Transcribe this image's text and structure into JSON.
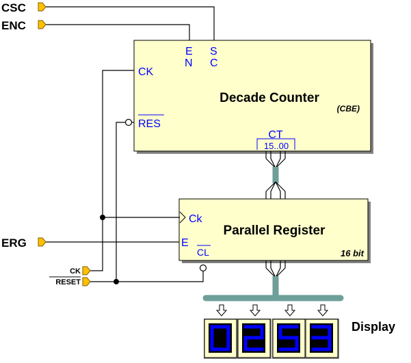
{
  "inputs": {
    "csc": "CSC",
    "enc": "ENC",
    "erg": "ERG",
    "ck": "CK",
    "reset": "RESET"
  },
  "counter": {
    "title": "Decade Counter",
    "subtitle": "(CBE)",
    "pin_e": "E",
    "pin_n": "N",
    "pin_s": "S",
    "pin_c": "C",
    "pin_ck": "CK",
    "pin_res": "RES",
    "pin_ct": "CT",
    "ct_range": "15..00"
  },
  "register": {
    "title": "Parallel Register",
    "bits": "16 bit",
    "pin_ck": "Ck",
    "pin_e": "E",
    "pin_cl": "CL"
  },
  "display": {
    "label": "Display",
    "digits": [
      "0",
      "2",
      "5",
      "3"
    ],
    "digit_color": "#0000ff",
    "digit_bg": "#000000",
    "frame_color": "#ffffcc"
  },
  "colors": {
    "bus": "#6f9f99",
    "port": "#ffc000",
    "box": "#ffffcc"
  }
}
